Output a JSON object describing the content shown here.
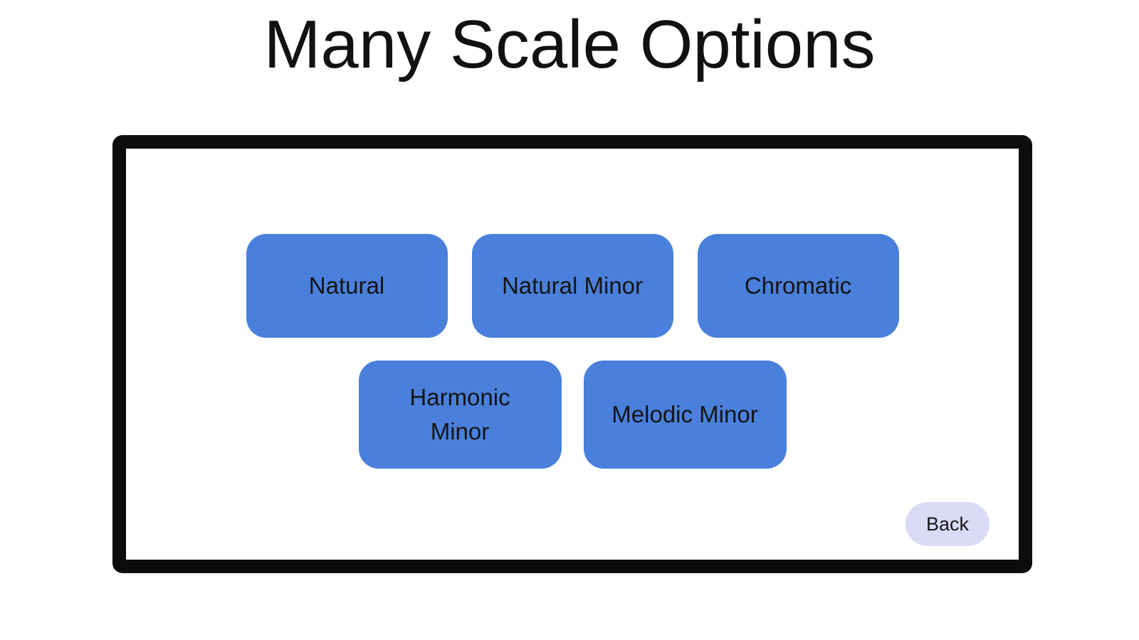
{
  "title": "Many Scale Options",
  "panel": {
    "buttons_row1": [
      {
        "label": "Natural"
      },
      {
        "label": "Natural Minor"
      },
      {
        "label": "Chromatic"
      }
    ],
    "buttons_row2": [
      {
        "label": "Harmonic Minor"
      },
      {
        "label": "Melodic Minor"
      }
    ],
    "back_label": "Back"
  },
  "colors": {
    "scale_button_blue": "#4a80dc",
    "button_text": "#141414",
    "back_button_lavender": "#dbdaf7",
    "panel_border_black": "#0c0c0c",
    "background": "#ffffff"
  }
}
